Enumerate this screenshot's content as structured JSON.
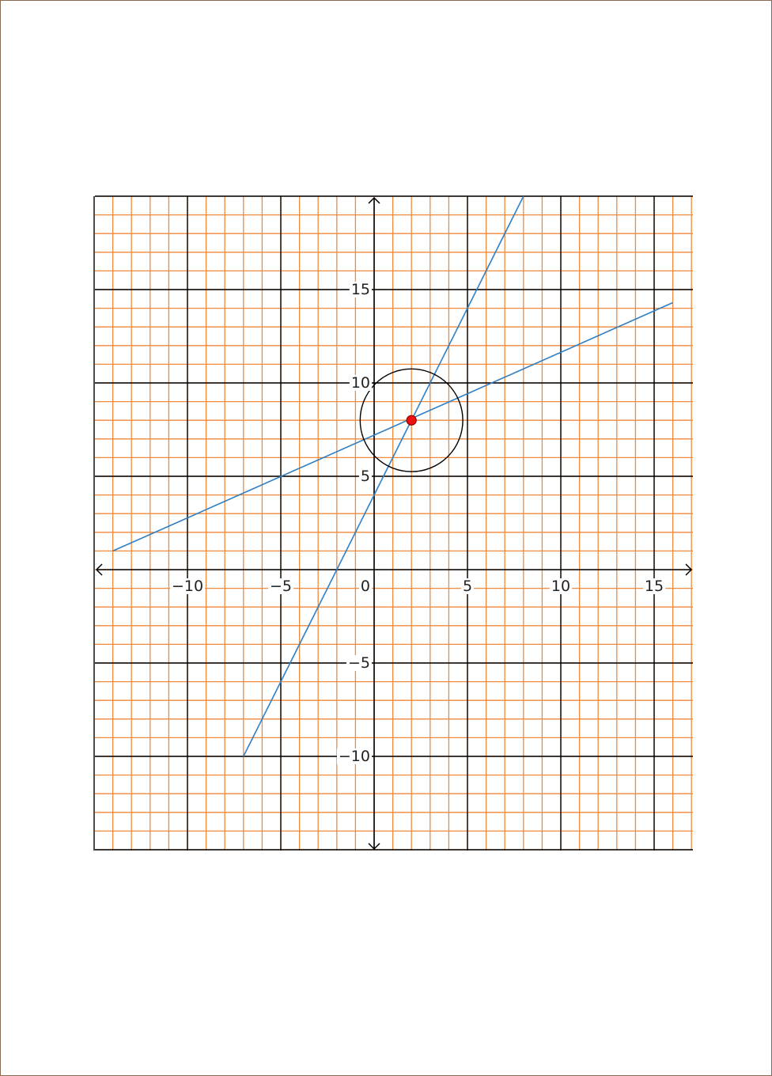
{
  "chart_data": {
    "type": "line",
    "xlim": [
      -15,
      17
    ],
    "ylim": [
      -15,
      20
    ],
    "grid": true,
    "minor_grid_step": 1,
    "major_grid_step": 5,
    "x_ticks": [
      -10,
      -5,
      0,
      5,
      10,
      15
    ],
    "x_tick_labels": [
      "−10",
      "−5",
      "0",
      "5",
      "10",
      "15"
    ],
    "y_ticks": [
      -10,
      -5,
      5,
      10,
      15
    ],
    "y_tick_labels": [
      "−10",
      "−5",
      "5",
      "10",
      "15"
    ],
    "series": [
      {
        "points": [
          [
            -14,
            1
          ],
          [
            16,
            14.3
          ]
        ]
      },
      {
        "points": [
          [
            -7,
            -10
          ],
          [
            8,
            20
          ]
        ]
      }
    ],
    "circle": {
      "center": [
        2,
        8
      ],
      "radius": 2.75
    },
    "point": {
      "x": 2,
      "y": 8
    },
    "colors": {
      "minor_grid": "#f08a3c",
      "major_grid": "#000000",
      "series": "#2f7fc4",
      "circle": "#000000",
      "point_fill": "#ee1111",
      "point_stroke": "#8b0000"
    }
  }
}
